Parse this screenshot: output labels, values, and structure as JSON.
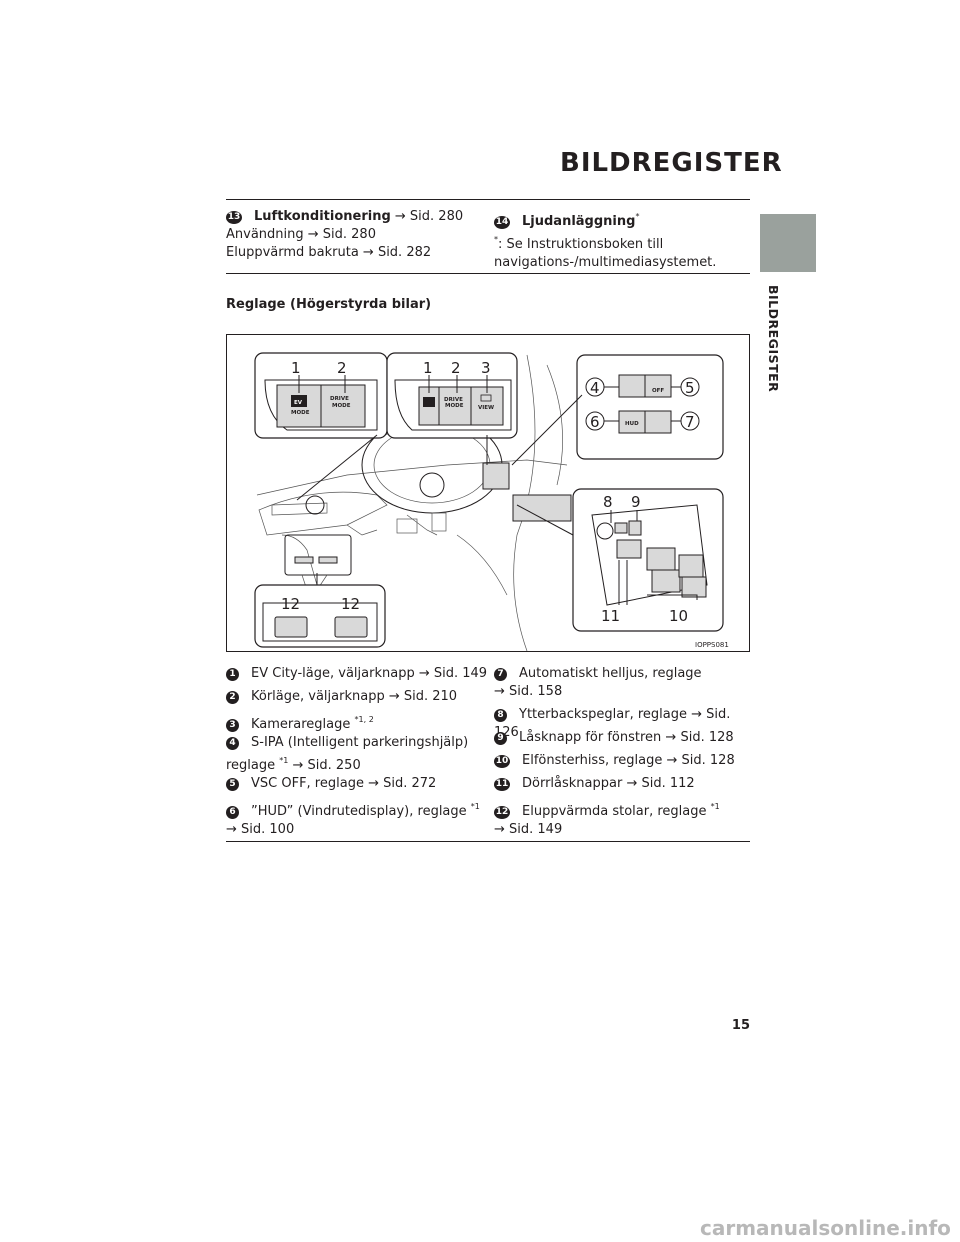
{
  "header": {
    "title": "BILDREGISTER"
  },
  "side_tab": {
    "label": "BILDREGISTER"
  },
  "top_left": {
    "num": "13",
    "title": "Luftkonditionering",
    "title_ref": " → Sid. 280",
    "line2": "Användning → Sid. 280",
    "line3": "Eluppvärmd bakruta → Sid. 282"
  },
  "top_right": {
    "num": "14",
    "title": "Ljudanläggning",
    "title_sup": "*",
    "note_sup": "*",
    "note_line1": ": Se Instruktionsboken till",
    "note_line2": "navigations-/multimediasystemet."
  },
  "subheading": "Reglage (Högerstyrda bilar)",
  "figure": {
    "code": "IOPPS081",
    "btn_ev": "EV",
    "btn_mode": "MODE",
    "btn_drive": "DRIVE",
    "btn_drive_mode": "MODE",
    "btn_view": "VIEW",
    "btn_off": "OFF",
    "btn_hud": "HUD",
    "callouts": {
      "a1": "1",
      "a2": "2",
      "b1": "1",
      "b2": "2",
      "b3": "3",
      "c4": "4",
      "c5": "5",
      "c6": "6",
      "c7": "7",
      "d8": "8",
      "d9": "9",
      "d10": "10",
      "d11": "11",
      "e12a": "12",
      "e12b": "12"
    }
  },
  "list_left": [
    {
      "num": "1",
      "text": "EV City-läge, väljarknapp → Sid. 149"
    },
    {
      "num": "2",
      "text": "Körläge, väljarknapp → Sid. 210"
    },
    {
      "num": "3",
      "text": "Kamerareglage",
      "sup": "*1, 2"
    },
    {
      "num": "4",
      "text": "S-IPA (Intelligent parkeringshjälp)",
      "line2": "reglage",
      "line2_sup": "*1",
      "line2_ref": " → Sid. 250"
    },
    {
      "num": "5",
      "text": "VSC OFF, reglage → Sid. 272"
    },
    {
      "num": "6",
      "text": "”HUD” (Vindrutedisplay), reglage",
      "sup": "*1",
      "line2_ref": "→ Sid. 100"
    }
  ],
  "list_right": [
    {
      "num": "7",
      "text": "Automatiskt helljus, reglage",
      "line2_ref": "→ Sid. 158"
    },
    {
      "num": "8",
      "text": "Ytterbackspeglar, reglage → Sid. 126"
    },
    {
      "num": "9",
      "text": "Låsknapp för fönstren → Sid. 128"
    },
    {
      "num": "10",
      "text": "Elfönsterhiss, reglage → Sid. 128"
    },
    {
      "num": "11",
      "text": "Dörrlåsknappar → Sid. 112"
    },
    {
      "num": "12",
      "text": "Eluppvärmda stolar, reglage",
      "sup": "*1",
      "line2_ref": "→ Sid. 149"
    }
  ],
  "page_number": "15",
  "watermark": "carmanualsonline.info"
}
